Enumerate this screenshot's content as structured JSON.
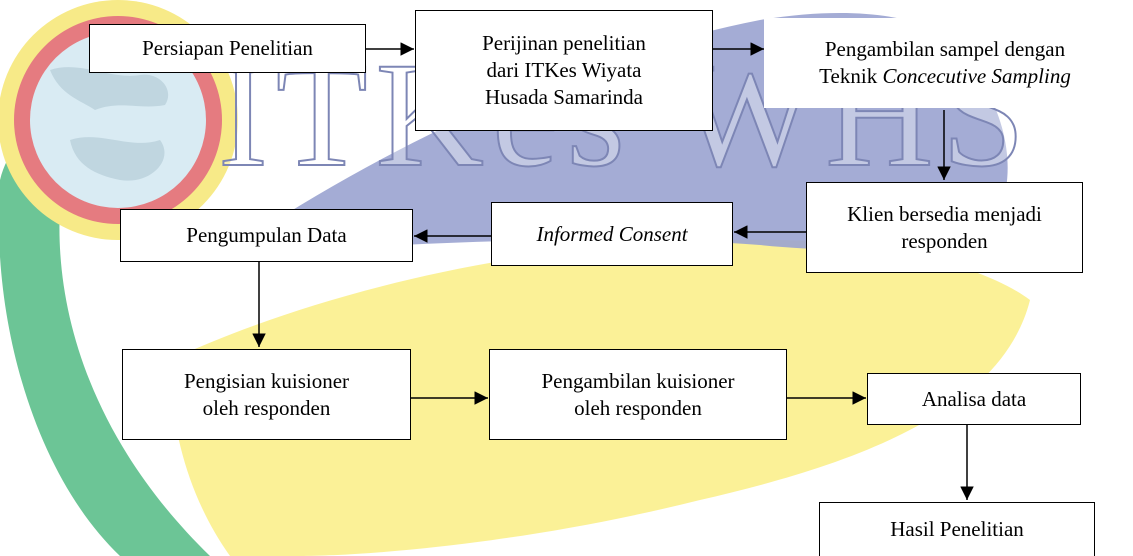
{
  "watermark": {
    "text": "ITKes WHS",
    "colors": {
      "green": "#6cc596",
      "yellow": "#fbef8c",
      "blue": "#9aa3d0",
      "red": "#e57b80",
      "ocean": "#d9ebf3"
    }
  },
  "flowchart": {
    "nodes": [
      {
        "id": "persiapan",
        "line1": "Persiapan Penelitian"
      },
      {
        "id": "perijinan",
        "line1": "Perijinan penelitian",
        "line2": "dari ITKes Wiyata",
        "line3": "Husada Samarinda"
      },
      {
        "id": "sampel",
        "line1": "Pengambilan sampel dengan",
        "line2_prefix": "Teknik ",
        "line2_italic": "Concecutive Sampling"
      },
      {
        "id": "klien",
        "line1": "Klien bersedia menjadi",
        "line2": "responden"
      },
      {
        "id": "informed",
        "line1": "Informed Consent"
      },
      {
        "id": "pengumpulan",
        "line1": "Pengumpulan Data"
      },
      {
        "id": "pengisian",
        "line1": "Pengisian kuisioner",
        "line2": "oleh responden"
      },
      {
        "id": "pengambilan",
        "line1": "Pengambilan kuisioner",
        "line2": "oleh responden"
      },
      {
        "id": "analisa",
        "line1": "Analisa data"
      },
      {
        "id": "hasil",
        "line1": "Hasil Penelitian"
      }
    ],
    "edges": [
      {
        "from": "persiapan",
        "to": "perijinan"
      },
      {
        "from": "perijinan",
        "to": "sampel"
      },
      {
        "from": "sampel",
        "to": "klien"
      },
      {
        "from": "klien",
        "to": "informed"
      },
      {
        "from": "informed",
        "to": "pengumpulan"
      },
      {
        "from": "pengumpulan",
        "to": "pengisian"
      },
      {
        "from": "pengisian",
        "to": "pengambilan"
      },
      {
        "from": "pengambilan",
        "to": "analisa"
      },
      {
        "from": "analisa",
        "to": "hasil"
      }
    ]
  }
}
